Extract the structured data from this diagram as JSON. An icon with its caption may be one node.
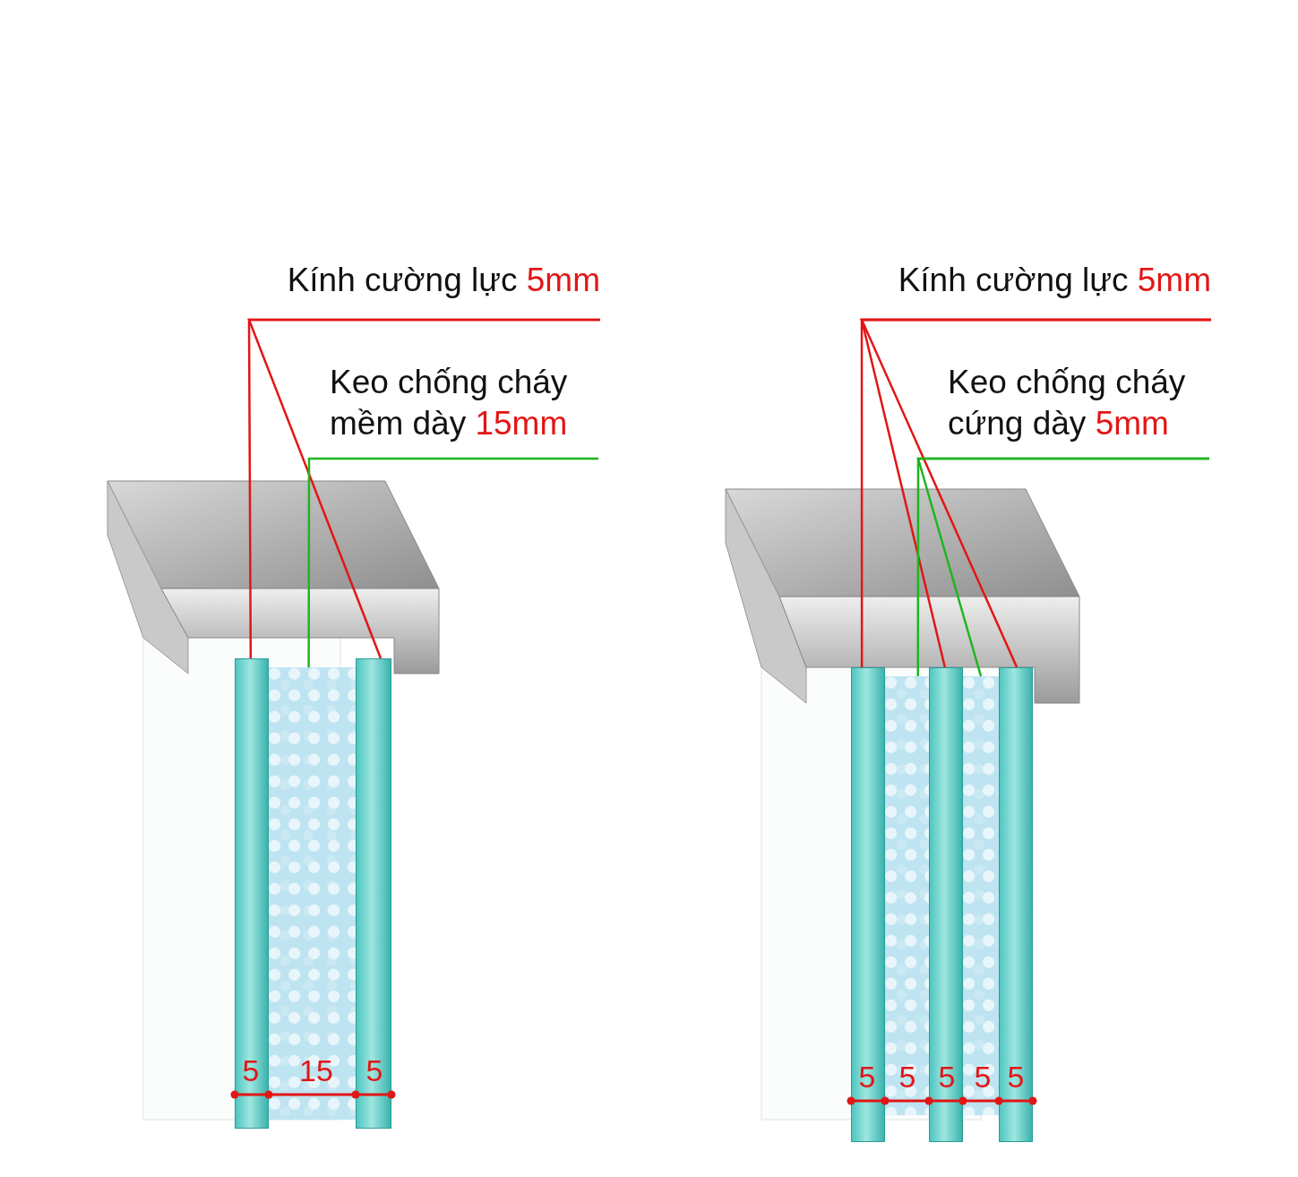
{
  "diagram": {
    "nodes": [
      {
        "text": [
          "Kính cường lực",
          "5mm"
        ]
      },
      {
        "text": [
          "Keo chống cháy mềm dày",
          "15mm"
        ]
      },
      {
        "text": [],
        "shape": "box"
      },
      {
        "text": [],
        "shape": "box"
      },
      {
        "text": [],
        "shape": "box"
      },
      {
        "text": [
          "Kính cường lực",
          "5mm"
        ]
      },
      {
        "text": [
          "Keo chống cháy cứng dày",
          "5mm"
        ]
      },
      {
        "text": [],
        "shape": "box"
      },
      {
        "text": [],
        "shape": "box"
      },
      {
        "text": [],
        "shape": "box"
      },
      {
        "text": [],
        "shape": "box"
      },
      {
        "text": [],
        "shape": "box"
      }
    ],
    "edges": [
      {
        "from": 0,
        "to": 2,
        "arrow": "none"
      },
      {
        "from": 0,
        "to": 3,
        "arrow": "none"
      },
      {
        "from": 1,
        "to": 4,
        "arrow": "none",
        "color": "#1fb51f"
      },
      {
        "from": 5,
        "to": 7,
        "arrow": "none"
      },
      {
        "from": 5,
        "to": 8,
        "arrow": "none"
      },
      {
        "from": 5,
        "to": 9,
        "arrow": "none"
      },
      {
        "from": 6,
        "to": 10,
        "arrow": "none",
        "color": "#1fb51f"
      },
      {
        "from": 6,
        "to": 11,
        "arrow": "none",
        "color": "#1fb51f"
      }
    ],
    "labels": [
      "5",
      "15",
      "5",
      "5",
      "5",
      "5",
      "5",
      "5"
    ]
  }
}
